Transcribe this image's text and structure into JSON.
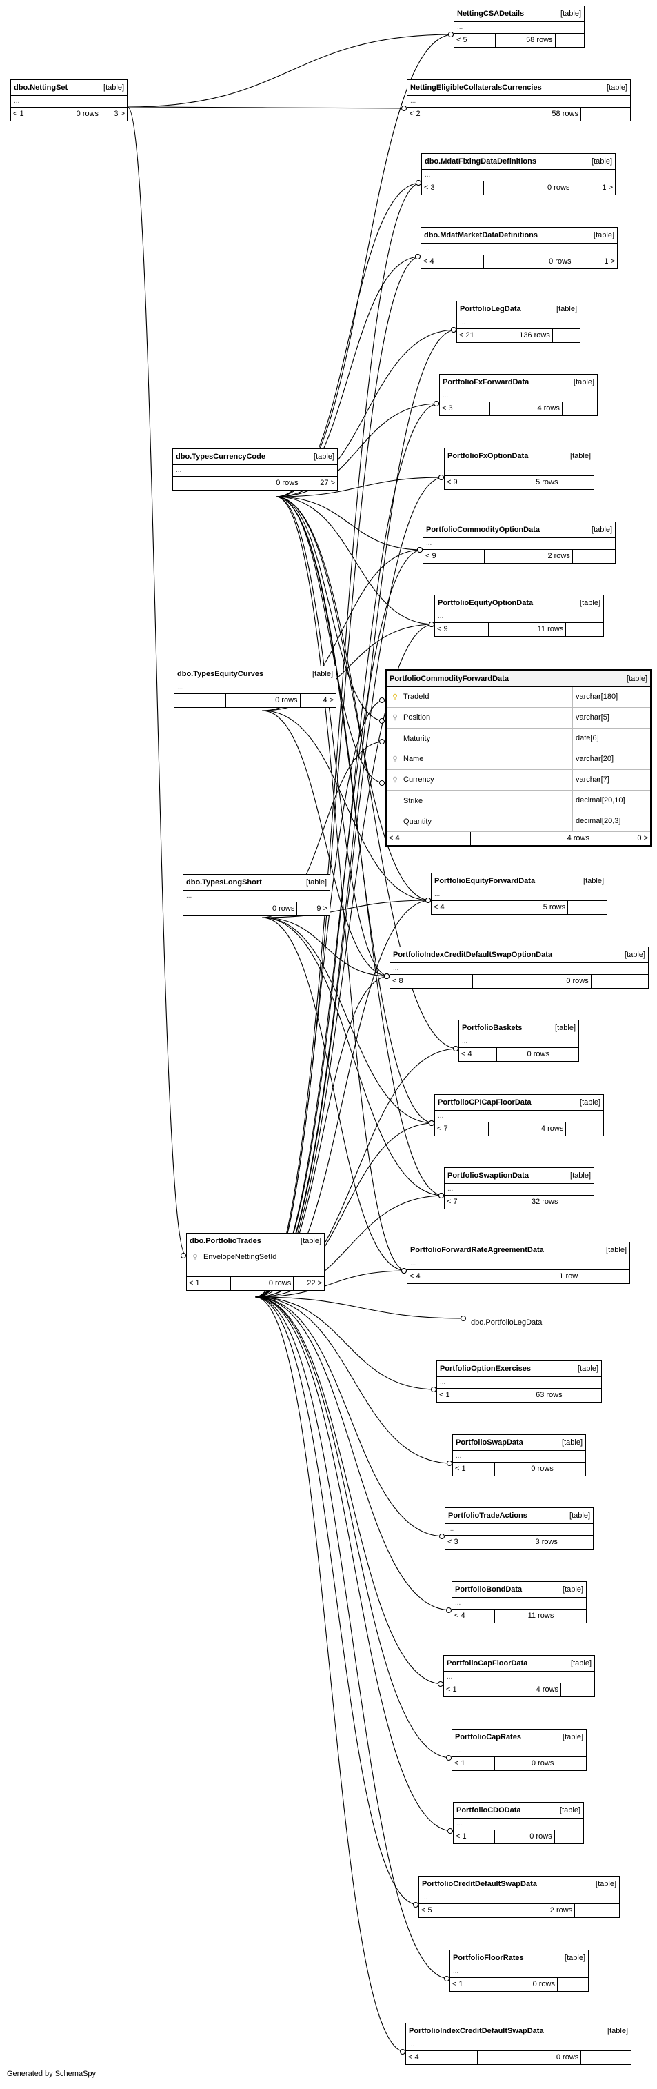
{
  "footer": "Generated by SchemaSpy",
  "loose_label": "dbo.PortfolioLegData",
  "tables": {
    "nettingcsa": {
      "name": "NettingCSADetails",
      "kind": "[table]",
      "dots": "...",
      "left": "< 5",
      "rows": "58 rows",
      "right": ""
    },
    "nettingset": {
      "name": "dbo.NettingSet",
      "kind": "[table]",
      "dots": "...",
      "left": "< 1",
      "rows": "0 rows",
      "right": "3 >"
    },
    "eligible": {
      "name": "NettingEligibleCollateralsCurrencies",
      "kind": "[table]",
      "dots": "...",
      "left": "< 2",
      "rows": "58 rows",
      "right": ""
    },
    "mdatfixing": {
      "name": "dbo.MdatFixingDataDefinitions",
      "kind": "[table]",
      "dots": "...",
      "left": "< 3",
      "rows": "0 rows",
      "right": "1 >"
    },
    "mdatmarket": {
      "name": "dbo.MdatMarketDataDefinitions",
      "kind": "[table]",
      "dots": "...",
      "left": "< 4",
      "rows": "0 rows",
      "right": "1 >"
    },
    "portlegdata": {
      "name": "PortfolioLegData",
      "kind": "[table]",
      "dots": "...",
      "left": "< 21",
      "rows": "136 rows",
      "right": ""
    },
    "fxforward": {
      "name": "PortfolioFxForwardData",
      "kind": "[table]",
      "dots": "...",
      "left": "< 3",
      "rows": "4 rows",
      "right": ""
    },
    "typescurrency": {
      "name": "dbo.TypesCurrencyCode",
      "kind": "[table]",
      "dots": "...",
      "left": "",
      "rows": "0 rows",
      "right": "27 >"
    },
    "fxoption": {
      "name": "PortfolioFxOptionData",
      "kind": "[table]",
      "dots": "...",
      "left": "< 9",
      "rows": "5 rows",
      "right": ""
    },
    "commodityoption": {
      "name": "PortfolioCommodityOptionData",
      "kind": "[table]",
      "dots": "...",
      "left": "< 9",
      "rows": "2 rows",
      "right": ""
    },
    "equityoption": {
      "name": "PortfolioEquityOptionData",
      "kind": "[table]",
      "dots": "...",
      "left": "< 9",
      "rows": "11 rows",
      "right": ""
    },
    "typesequity": {
      "name": "dbo.TypesEquityCurves",
      "kind": "[table]",
      "dots": "...",
      "left": "",
      "rows": "0 rows",
      "right": "4 >"
    },
    "typeslongshort": {
      "name": "dbo.TypesLongShort",
      "kind": "[table]",
      "dots": "...",
      "left": "",
      "rows": "0 rows",
      "right": "9 >"
    },
    "equityforward": {
      "name": "PortfolioEquityForwardData",
      "kind": "[table]",
      "dots": "...",
      "left": "< 4",
      "rows": "5 rows",
      "right": ""
    },
    "indexcdsoption": {
      "name": "PortfolioIndexCreditDefaultSwapOptionData",
      "kind": "[table]",
      "dots": "...",
      "left": "< 8",
      "rows": "0 rows",
      "right": ""
    },
    "baskets": {
      "name": "PortfolioBaskets",
      "kind": "[table]",
      "dots": "...",
      "left": "< 4",
      "rows": "0 rows",
      "right": ""
    },
    "cpicapfloor": {
      "name": "PortfolioCPICapFloorData",
      "kind": "[table]",
      "dots": "...",
      "left": "< 7",
      "rows": "4 rows",
      "right": ""
    },
    "swaption": {
      "name": "PortfolioSwaptionData",
      "kind": "[table]",
      "dots": "...",
      "left": "< 7",
      "rows": "32 rows",
      "right": ""
    },
    "portfoliotrades": {
      "name": "dbo.PortfolioTrades",
      "kind": "[table]",
      "dots": "",
      "left": "< 1",
      "rows": "0 rows",
      "right": "22 >"
    },
    "fra": {
      "name": "PortfolioForwardRateAgreementData",
      "kind": "[table]",
      "dots": "...",
      "left": "< 4",
      "rows": "1 row",
      "right": ""
    },
    "optionexercises": {
      "name": "PortfolioOptionExercises",
      "kind": "[table]",
      "dots": "...",
      "left": "< 1",
      "rows": "63 rows",
      "right": ""
    },
    "swapdata": {
      "name": "PortfolioSwapData",
      "kind": "[table]",
      "dots": "...",
      "left": "< 1",
      "rows": "0 rows",
      "right": ""
    },
    "tradeactions": {
      "name": "PortfolioTradeActions",
      "kind": "[table]",
      "dots": "...",
      "left": "< 3",
      "rows": "3 rows",
      "right": ""
    },
    "bonddata": {
      "name": "PortfolioBondData",
      "kind": "[table]",
      "dots": "...",
      "left": "< 4",
      "rows": "11 rows",
      "right": ""
    },
    "capfloor": {
      "name": "PortfolioCapFloorData",
      "kind": "[table]",
      "dots": "...",
      "left": "< 1",
      "rows": "4 rows",
      "right": ""
    },
    "caprates": {
      "name": "PortfolioCapRates",
      "kind": "[table]",
      "dots": "...",
      "left": "< 1",
      "rows": "0 rows",
      "right": ""
    },
    "cdodata": {
      "name": "PortfolioCDOData",
      "kind": "[table]",
      "dots": "...",
      "left": "< 1",
      "rows": "0 rows",
      "right": ""
    },
    "cdsdata": {
      "name": "PortfolioCreditDefaultSwapData",
      "kind": "[table]",
      "dots": "...",
      "left": "< 5",
      "rows": "2 rows",
      "right": ""
    },
    "floorrates": {
      "name": "PortfolioFloorRates",
      "kind": "[table]",
      "dots": "...",
      "left": "< 1",
      "rows": "0 rows",
      "right": ""
    },
    "indexcds": {
      "name": "PortfolioIndexCreditDefaultSwapData",
      "kind": "[table]",
      "dots": "...",
      "left": "< 4",
      "rows": "0 rows",
      "right": ""
    }
  },
  "portfoliotrades_column": "EnvelopeNettingSetId",
  "focus": {
    "name": "PortfolioCommodityForwardData",
    "kind": "[table]",
    "columns": [
      {
        "name": "TradeId",
        "type": "varchar[180]",
        "key": "pk"
      },
      {
        "name": "Position",
        "type": "varchar[5]",
        "key": "fk"
      },
      {
        "name": "Maturity",
        "type": "date[6]",
        "key": ""
      },
      {
        "name": "Name",
        "type": "varchar[20]",
        "key": "fk"
      },
      {
        "name": "Currency",
        "type": "varchar[7]",
        "key": "fk"
      },
      {
        "name": "Strike",
        "type": "decimal[20,10]",
        "key": ""
      },
      {
        "name": "Quantity",
        "type": "decimal[20,3]",
        "key": ""
      }
    ],
    "left": "< 4",
    "rows": "4 rows",
    "right": "0 >"
  }
}
